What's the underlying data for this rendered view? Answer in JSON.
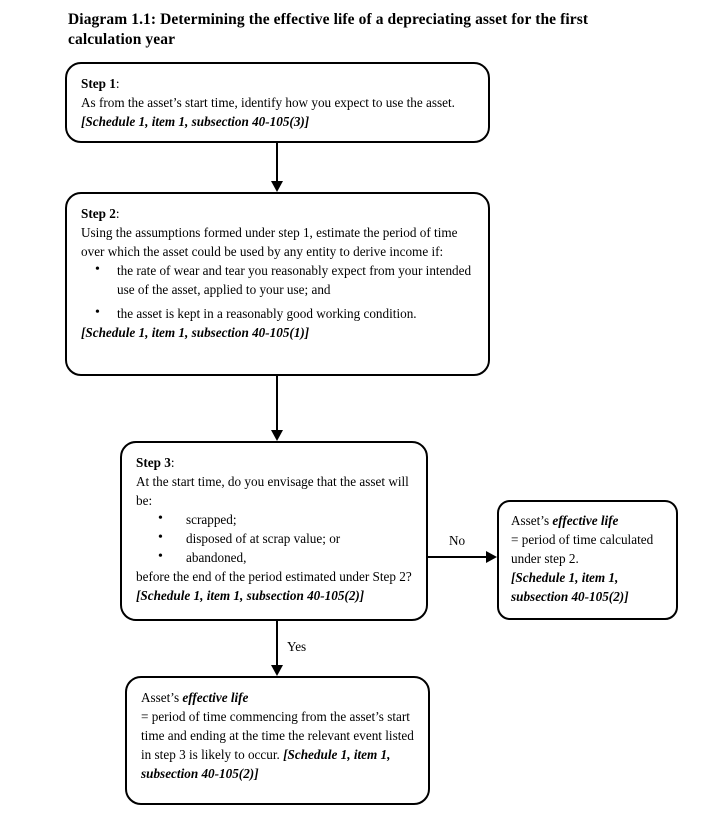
{
  "title": "Diagram 1.1:  Determining the effective life of a depreciating asset for the first calculation year",
  "colors": {
    "background": "#ffffff",
    "stroke": "#000000",
    "text": "#000000"
  },
  "nodes": {
    "step1": {
      "label": "Step 1",
      "label_suffix": ":",
      "text": "As from the asset’s start time, identify how you expect to use the asset.",
      "citation": "[Schedule 1, item 1, subsection 40-105(3)]"
    },
    "step2": {
      "label": "Step 2",
      "label_suffix": ":",
      "text": "Using the assumptions formed under step 1, estimate the period of time over which the asset could be used by any entity to derive income if:",
      "bullets": [
        "the rate of wear and tear you reasonably expect from your intended use of the asset, applied to your use; and",
        "the asset is kept in a reasonably good working condition."
      ],
      "citation": "[Schedule 1, item 1, subsection 40-105(1)]"
    },
    "step3": {
      "label": "Step 3",
      "label_suffix": ":",
      "text": "At the start time, do you envisage that the asset will be:",
      "bullets": [
        "scrapped;",
        "disposed of at scrap value; or",
        "abandoned,"
      ],
      "text_after": "before the end of the period estimated under Step 2?",
      "citation": "[Schedule 1, item 1, subsection 40-105(2)]"
    },
    "outcome_no": {
      "lead": "Asset’s",
      "term": "effective life",
      "text": "=  period of time calculated under step 2.",
      "citation": "[Schedule 1, item 1, subsection 40-105(2)]"
    },
    "outcome_yes": {
      "lead": "Asset’s",
      "term": "effective life",
      "text": "=  period of time commencing from the asset’s start time and ending at the time the relevant event listed in step 3 is likely to occur.",
      "citation": "[Schedule 1, item 1, subsection 40-105(2)]"
    }
  },
  "edges": {
    "no_label": "No",
    "yes_label": "Yes"
  }
}
